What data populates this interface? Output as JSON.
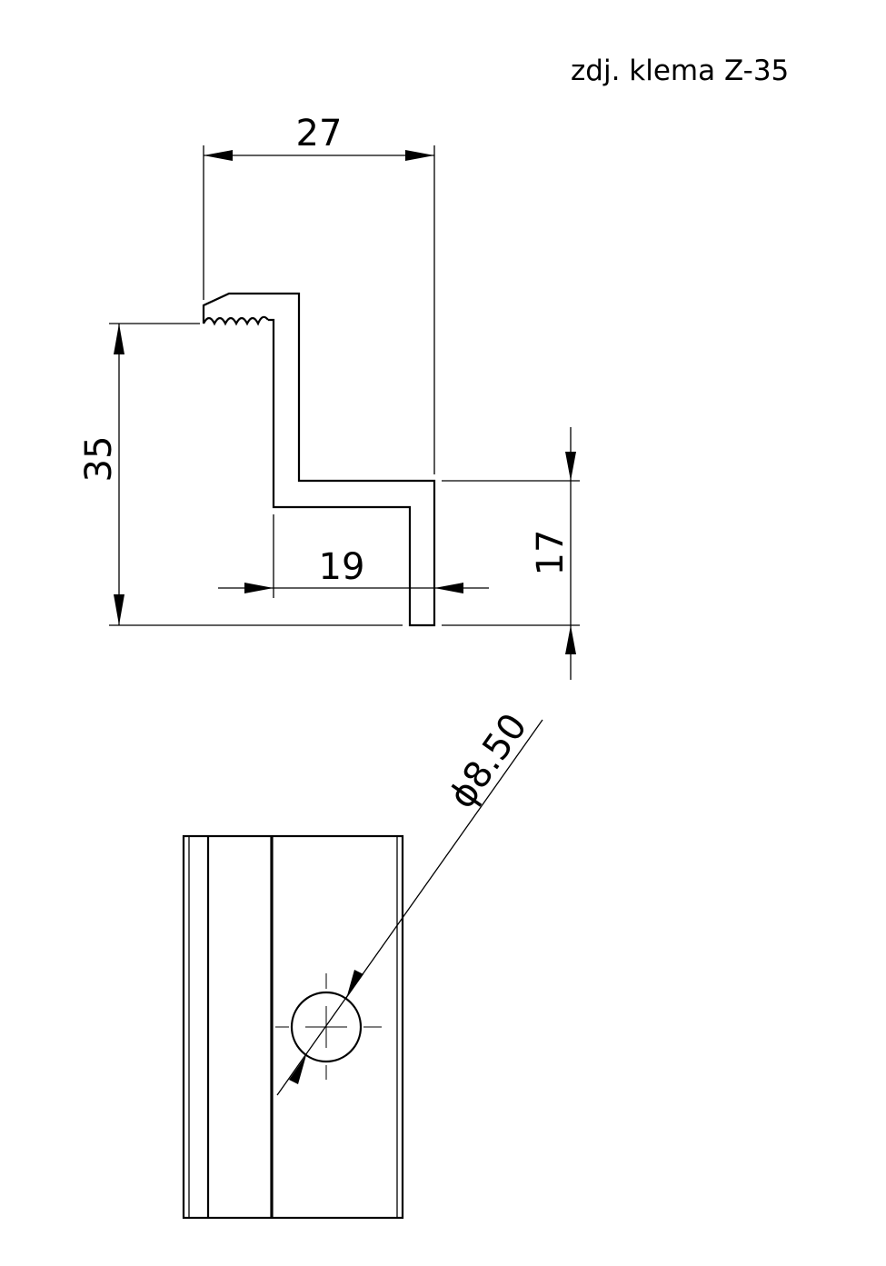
{
  "caption": "zdj. klema Z-35",
  "dimensions": {
    "width_top": "27",
    "height_total": "35",
    "width_bottom": "19",
    "height_lower": "17",
    "hole_diameter": "ϕ8.50"
  }
}
